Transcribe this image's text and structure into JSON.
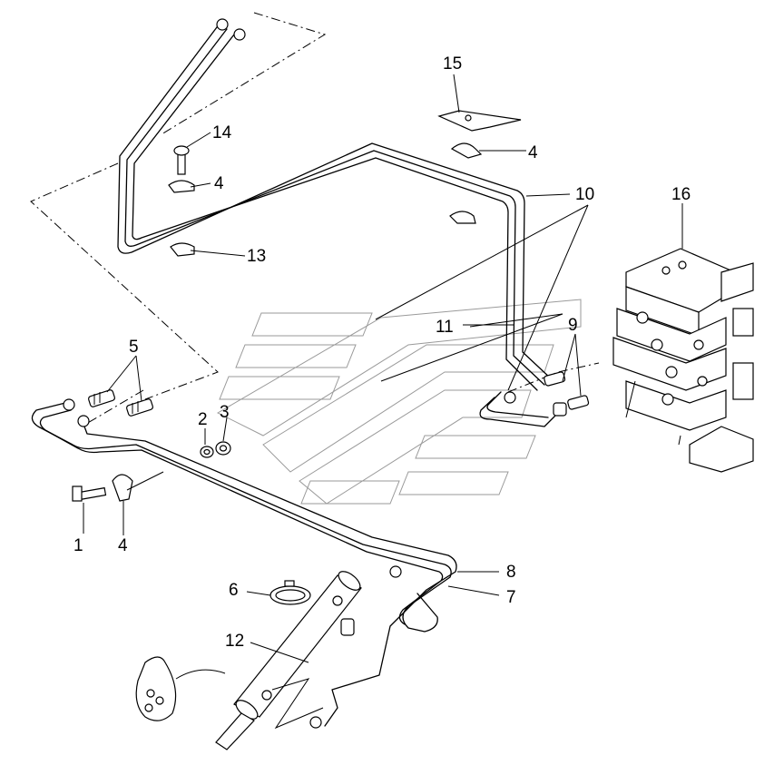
{
  "diagram": {
    "callouts": [
      {
        "id": "c1",
        "text": "1"
      },
      {
        "id": "c2",
        "text": "2"
      },
      {
        "id": "c3",
        "text": "3"
      },
      {
        "id": "c4a",
        "text": "4"
      },
      {
        "id": "c4b",
        "text": "4"
      },
      {
        "id": "c4c",
        "text": "4"
      },
      {
        "id": "c5",
        "text": "5"
      },
      {
        "id": "c6",
        "text": "6"
      },
      {
        "id": "c7",
        "text": "7"
      },
      {
        "id": "c8",
        "text": "8"
      },
      {
        "id": "c9",
        "text": "9"
      },
      {
        "id": "c10",
        "text": "10"
      },
      {
        "id": "c11",
        "text": "11"
      },
      {
        "id": "c12",
        "text": "12"
      },
      {
        "id": "c13",
        "text": "13"
      },
      {
        "id": "c14",
        "text": "14"
      },
      {
        "id": "c15",
        "text": "15"
      },
      {
        "id": "c16",
        "text": "16"
      }
    ],
    "colors": {
      "line": "#000000",
      "background": "#ffffff",
      "watermark": "#9a9a9a"
    }
  }
}
